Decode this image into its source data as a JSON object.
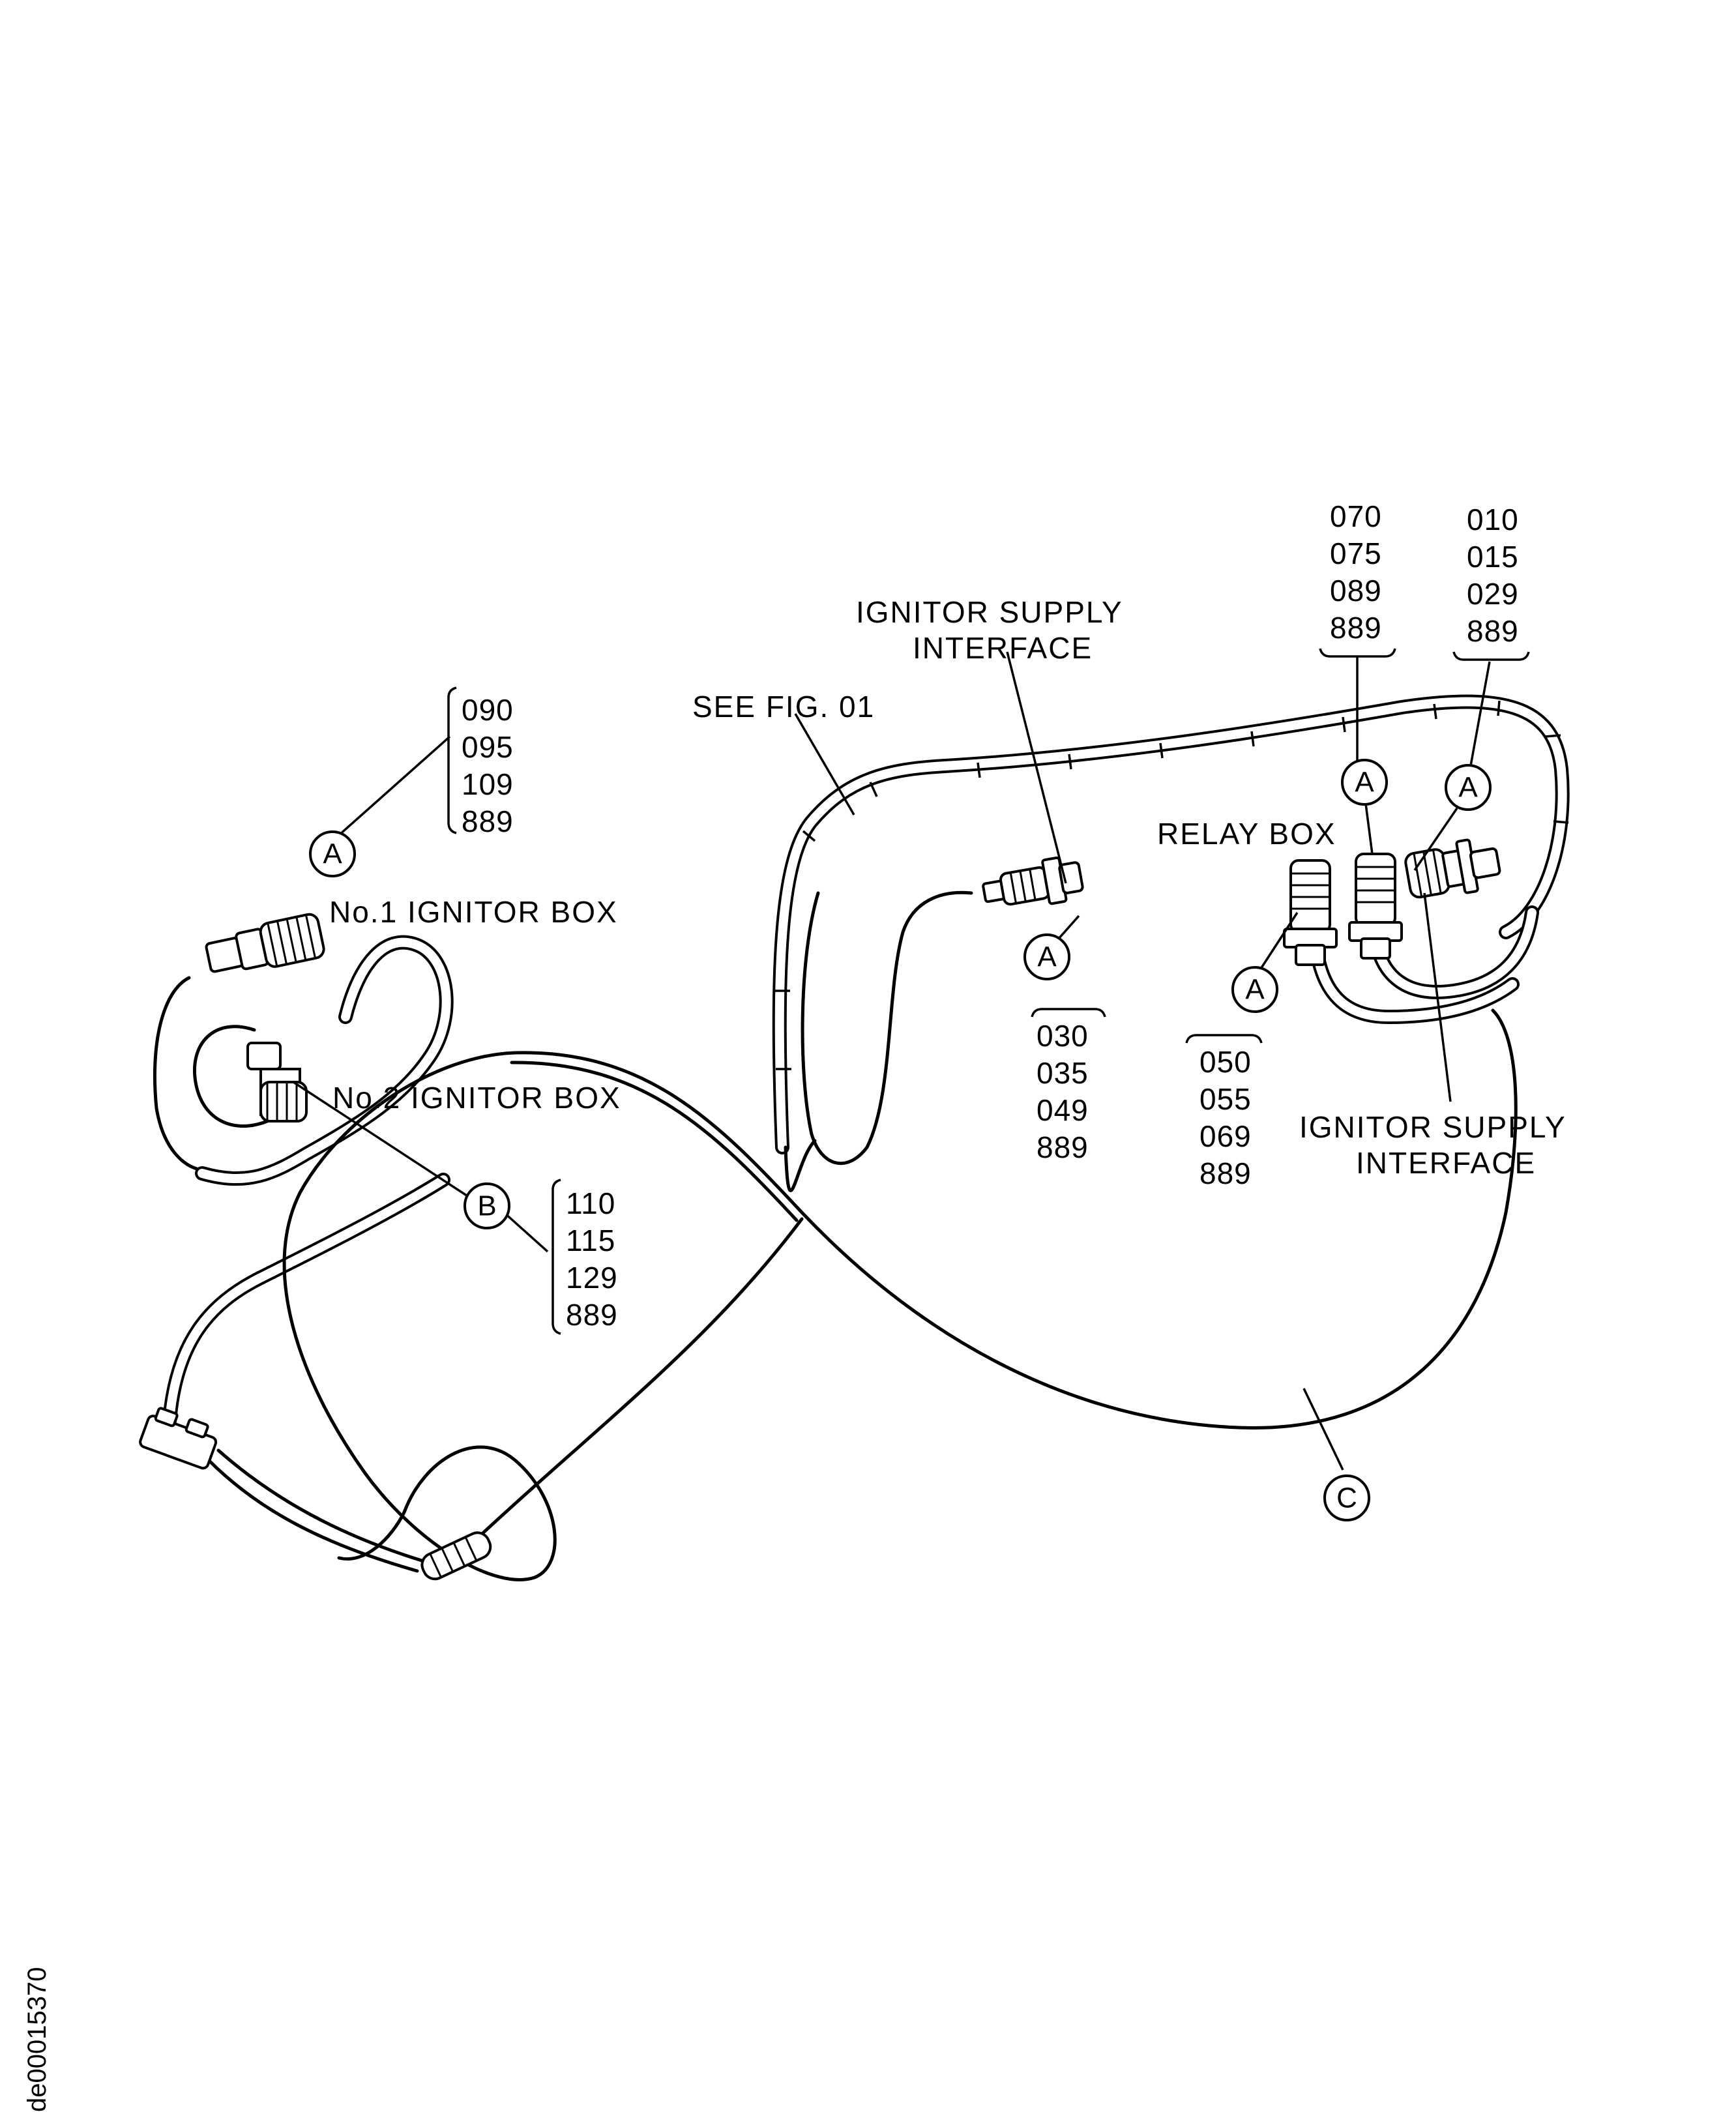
{
  "labels": {
    "ignitor_supply_interface_top": [
      "IGNITOR SUPPLY",
      "INTERFACE"
    ],
    "see_fig": "SEE FIG. 01",
    "relay_box": "RELAY BOX",
    "no1_ignitor_box": "No.1 IGNITOR BOX",
    "no2_ignitor_box": "No.2 IGNITOR BOX",
    "ignitor_supply_interface_right": [
      "IGNITOR SUPPLY",
      "INTERFACE"
    ]
  },
  "callouts": {
    "a_no1": {
      "letter": "A",
      "numbers": [
        "090",
        "095",
        "109",
        "889"
      ]
    },
    "b_no2": {
      "letter": "B",
      "numbers": [
        "110",
        "115",
        "129",
        "889"
      ]
    },
    "a_interface": {
      "letter": "A",
      "numbers": [
        "030",
        "035",
        "049",
        "889"
      ]
    },
    "a_relay_left": {
      "letter": "A",
      "numbers": [
        "050",
        "055",
        "069",
        "889"
      ]
    },
    "a_relay_mid": {
      "letter": "A",
      "numbers": [
        "070",
        "075",
        "089",
        "889"
      ]
    },
    "a_relay_right": {
      "letter": "A",
      "numbers": [
        "010",
        "015",
        "029",
        "889"
      ]
    },
    "c_cable": {
      "letter": "C"
    }
  },
  "document_id": "de00015370"
}
